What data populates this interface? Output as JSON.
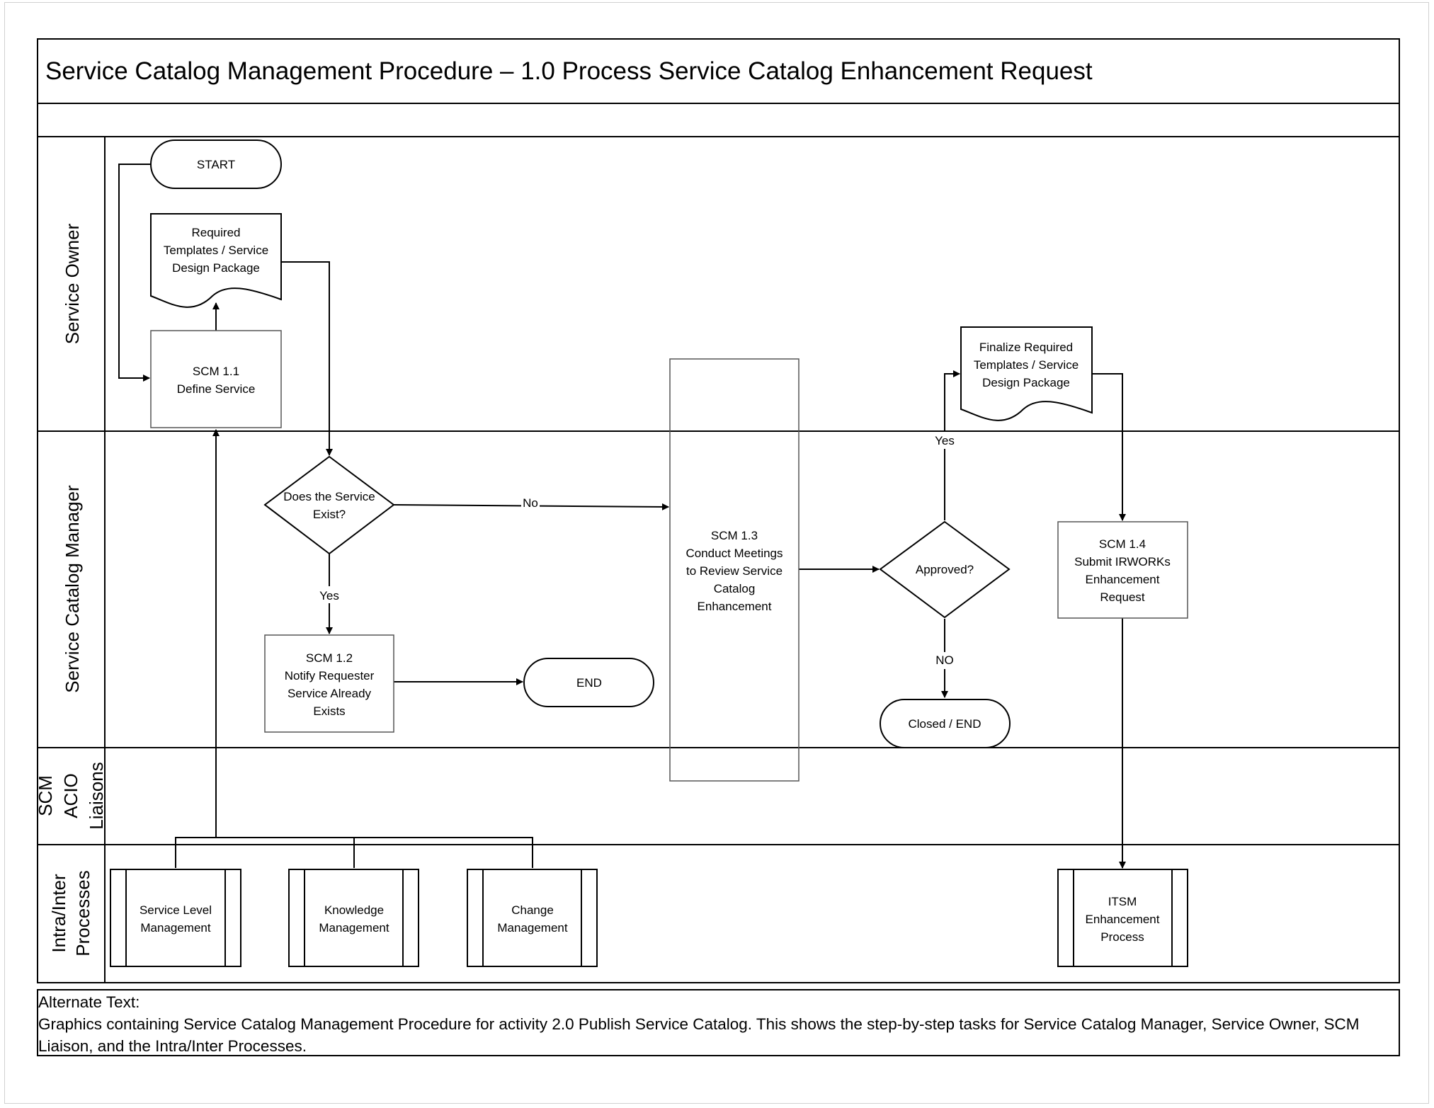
{
  "title": "Service Catalog Management Procedure – 1.0 Process Service Catalog Enhancement Request",
  "lanes": {
    "service_owner": "Service Owner",
    "scm_manager": "Service Catalog Manager",
    "acio_l1": "SCM",
    "acio_l2": "ACIO",
    "acio_l3": "Liaisons",
    "intra_l1": "Intra/Inter",
    "intra_l2": "Processes"
  },
  "nodes": {
    "start": "START",
    "req_doc": [
      "Required",
      "Templates / Service",
      "Design Package"
    ],
    "scm11": [
      "SCM 1.1",
      "Define Service"
    ],
    "decision_exist": [
      "Does the Service",
      "Exist?"
    ],
    "scm12": [
      "SCM 1.2",
      "Notify Requester",
      "Service Already",
      "Exists"
    ],
    "end": "END",
    "scm13": [
      "SCM 1.3",
      "Conduct Meetings",
      "to Review Service",
      "Catalog",
      "Enhancement"
    ],
    "approved": "Approved?",
    "closed": "Closed / END",
    "final_doc": [
      "Finalize Required",
      "Templates / Service",
      "Design Package"
    ],
    "scm14": [
      "SCM 1.4",
      "Submit IRWORKs",
      "Enhancement",
      "Request"
    ],
    "slm": [
      "Service Level",
      "Management"
    ],
    "km": [
      "Knowledge",
      "Management"
    ],
    "cm": [
      "Change",
      "Management"
    ],
    "itsm": [
      "ITSM",
      "Enhancement",
      "Process"
    ]
  },
  "edge_labels": {
    "no": "No",
    "yes_exist": "Yes",
    "yes_approved": "Yes",
    "no_approved": "NO"
  },
  "alt_text": {
    "heading": "Alternate Text:",
    "line1": "Graphics containing Service Catalog Management Procedure for activity 2.0 Publish Service Catalog. This shows the step-by-step tasks for Service Catalog Manager, Service Owner, SCM",
    "line2": "Liaison, and the Intra/Inter Processes."
  }
}
